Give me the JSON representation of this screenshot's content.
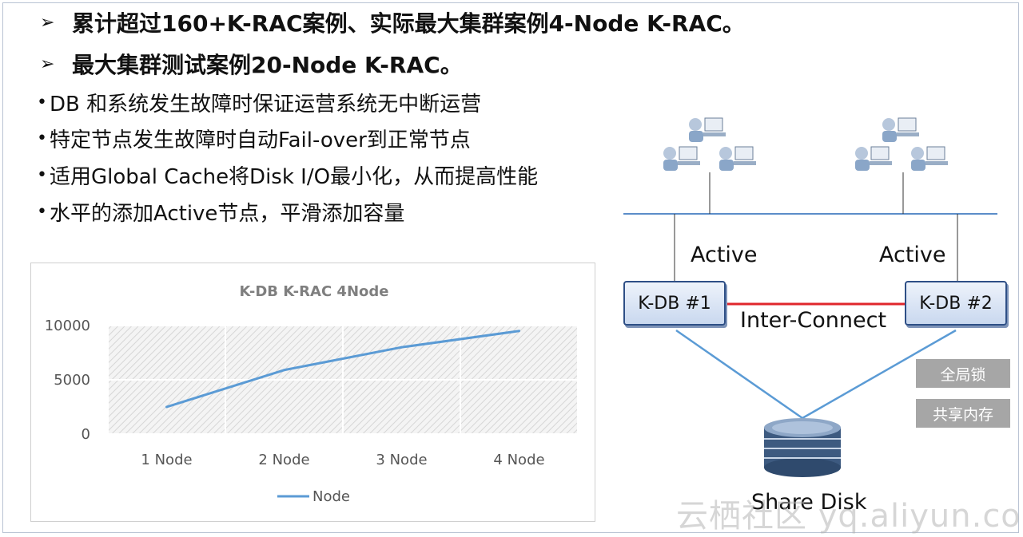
{
  "headings": [
    "累计超过160+K-RAC案例、实际最大集群案例4-Node K-RAC。",
    "最大集群测试案例20-Node K-RAC。"
  ],
  "heading_marker": "➢",
  "bullet_marker": "•",
  "bullets": [
    "DB 和系统发生故障时保证运营系统无中断运营",
    "特定节点发生故障时自动Fail-over到正常节点",
    "适用Global Cache将Disk I/O最小化，从而提高性能",
    "水平的添加Active节点，平滑添加容量"
  ],
  "chart_data": {
    "type": "line",
    "title": "K-DB K-RAC 4Node",
    "categories": [
      "1 Node",
      "2 Node",
      "3 Node",
      "4 Node"
    ],
    "series": [
      {
        "name": "Node",
        "values": [
          2500,
          5900,
          8000,
          9500
        ]
      }
    ],
    "yticks": [
      "0",
      "5000",
      "10000"
    ],
    "ylim": [
      0,
      10000
    ],
    "grid": true,
    "legend": "bottom",
    "colors": {
      "line": "#5b9bd5",
      "plot_bg": "#e4e4e4"
    }
  },
  "diagram": {
    "active_left": "Active",
    "active_right": "Active",
    "node1": "K-DB #1",
    "node2": "K-DB #2",
    "interconnect": "Inter-Connect",
    "share_disk": "Share Disk",
    "tag_global_lock": "全局锁",
    "tag_shared_memory": "共享内存",
    "colors": {
      "interconnect": "#e0262b",
      "network": "#5b8dc9",
      "disk_link": "#5b9bd5"
    }
  },
  "watermark": "云栖社区 yq.aliyun.com"
}
